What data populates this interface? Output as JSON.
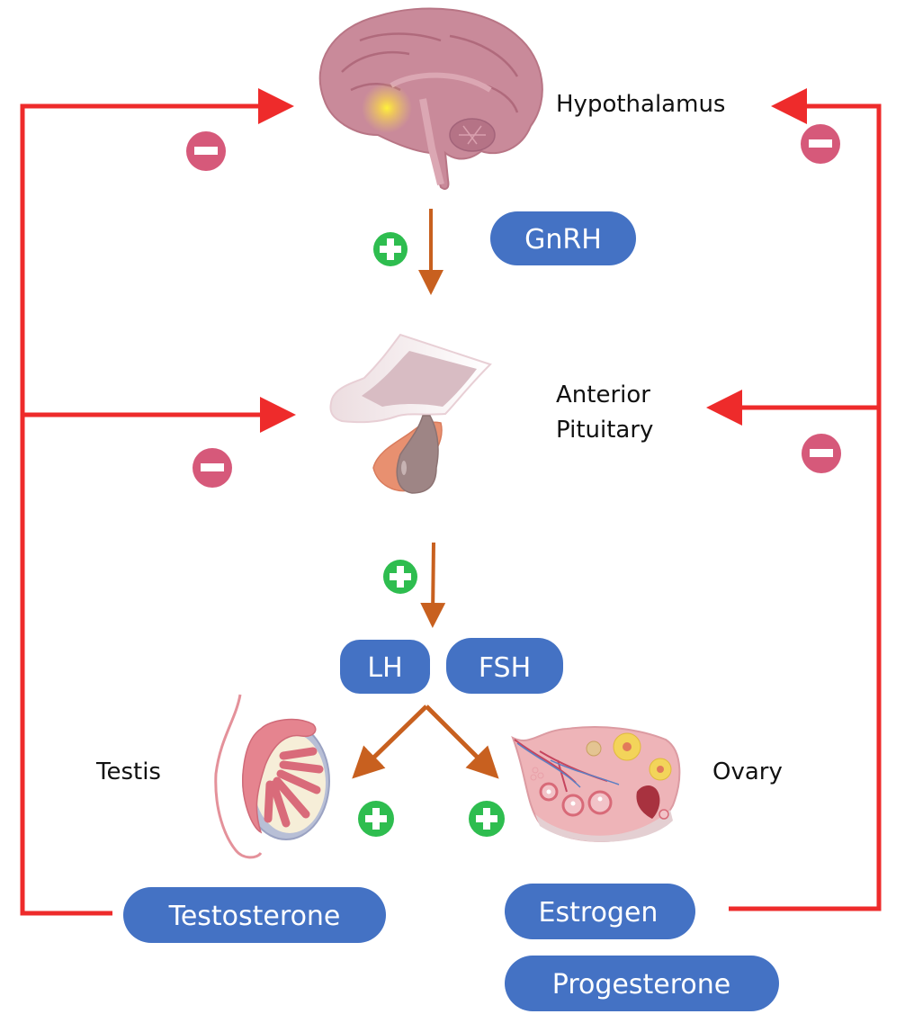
{
  "title": "Hypothalamic-pituitary-gonadal axis",
  "colors": {
    "feedback_line": "#ee2b2b",
    "stimulation_arrow": "#c8601f",
    "inhibit_badge": "#d6597a",
    "stimulate_badge": "#2ebd4f",
    "hormone_pill": "#4472c4",
    "pill_text": "#ffffff",
    "label_text": "#111111"
  },
  "organs": {
    "hypothalamus": {
      "label": "Hypothalamus",
      "icon": "brain-icon"
    },
    "pituitary": {
      "label_line1": "Anterior",
      "label_line2": "Pituitary",
      "icon": "pituitary-gland-icon"
    },
    "testis": {
      "label": "Testis",
      "icon": "testis-icon"
    },
    "ovary": {
      "label": "Ovary",
      "icon": "ovary-icon"
    }
  },
  "hormones": {
    "gnrh": "GnRH",
    "lh": "LH",
    "fsh": "FSH",
    "testosterone": "Testosterone",
    "estrogen": "Estrogen",
    "progesterone": "Progesterone"
  },
  "badges": {
    "stimulate_symbol": "+",
    "inhibit_symbol": "−"
  },
  "relations": [
    {
      "from": "Hypothalamus",
      "to": "Anterior Pituitary",
      "via": "GnRH",
      "effect": "stimulate"
    },
    {
      "from": "Anterior Pituitary",
      "to": "Testis",
      "via": "LH/FSH",
      "effect": "stimulate"
    },
    {
      "from": "Anterior Pituitary",
      "to": "Ovary",
      "via": "LH/FSH",
      "effect": "stimulate"
    },
    {
      "from": "Testosterone",
      "to": "Hypothalamus",
      "effect": "inhibit"
    },
    {
      "from": "Testosterone",
      "to": "Anterior Pituitary",
      "effect": "inhibit"
    },
    {
      "from": "Estrogen",
      "to": "Hypothalamus",
      "effect": "inhibit"
    },
    {
      "from": "Estrogen",
      "to": "Anterior Pituitary",
      "effect": "inhibit"
    }
  ]
}
